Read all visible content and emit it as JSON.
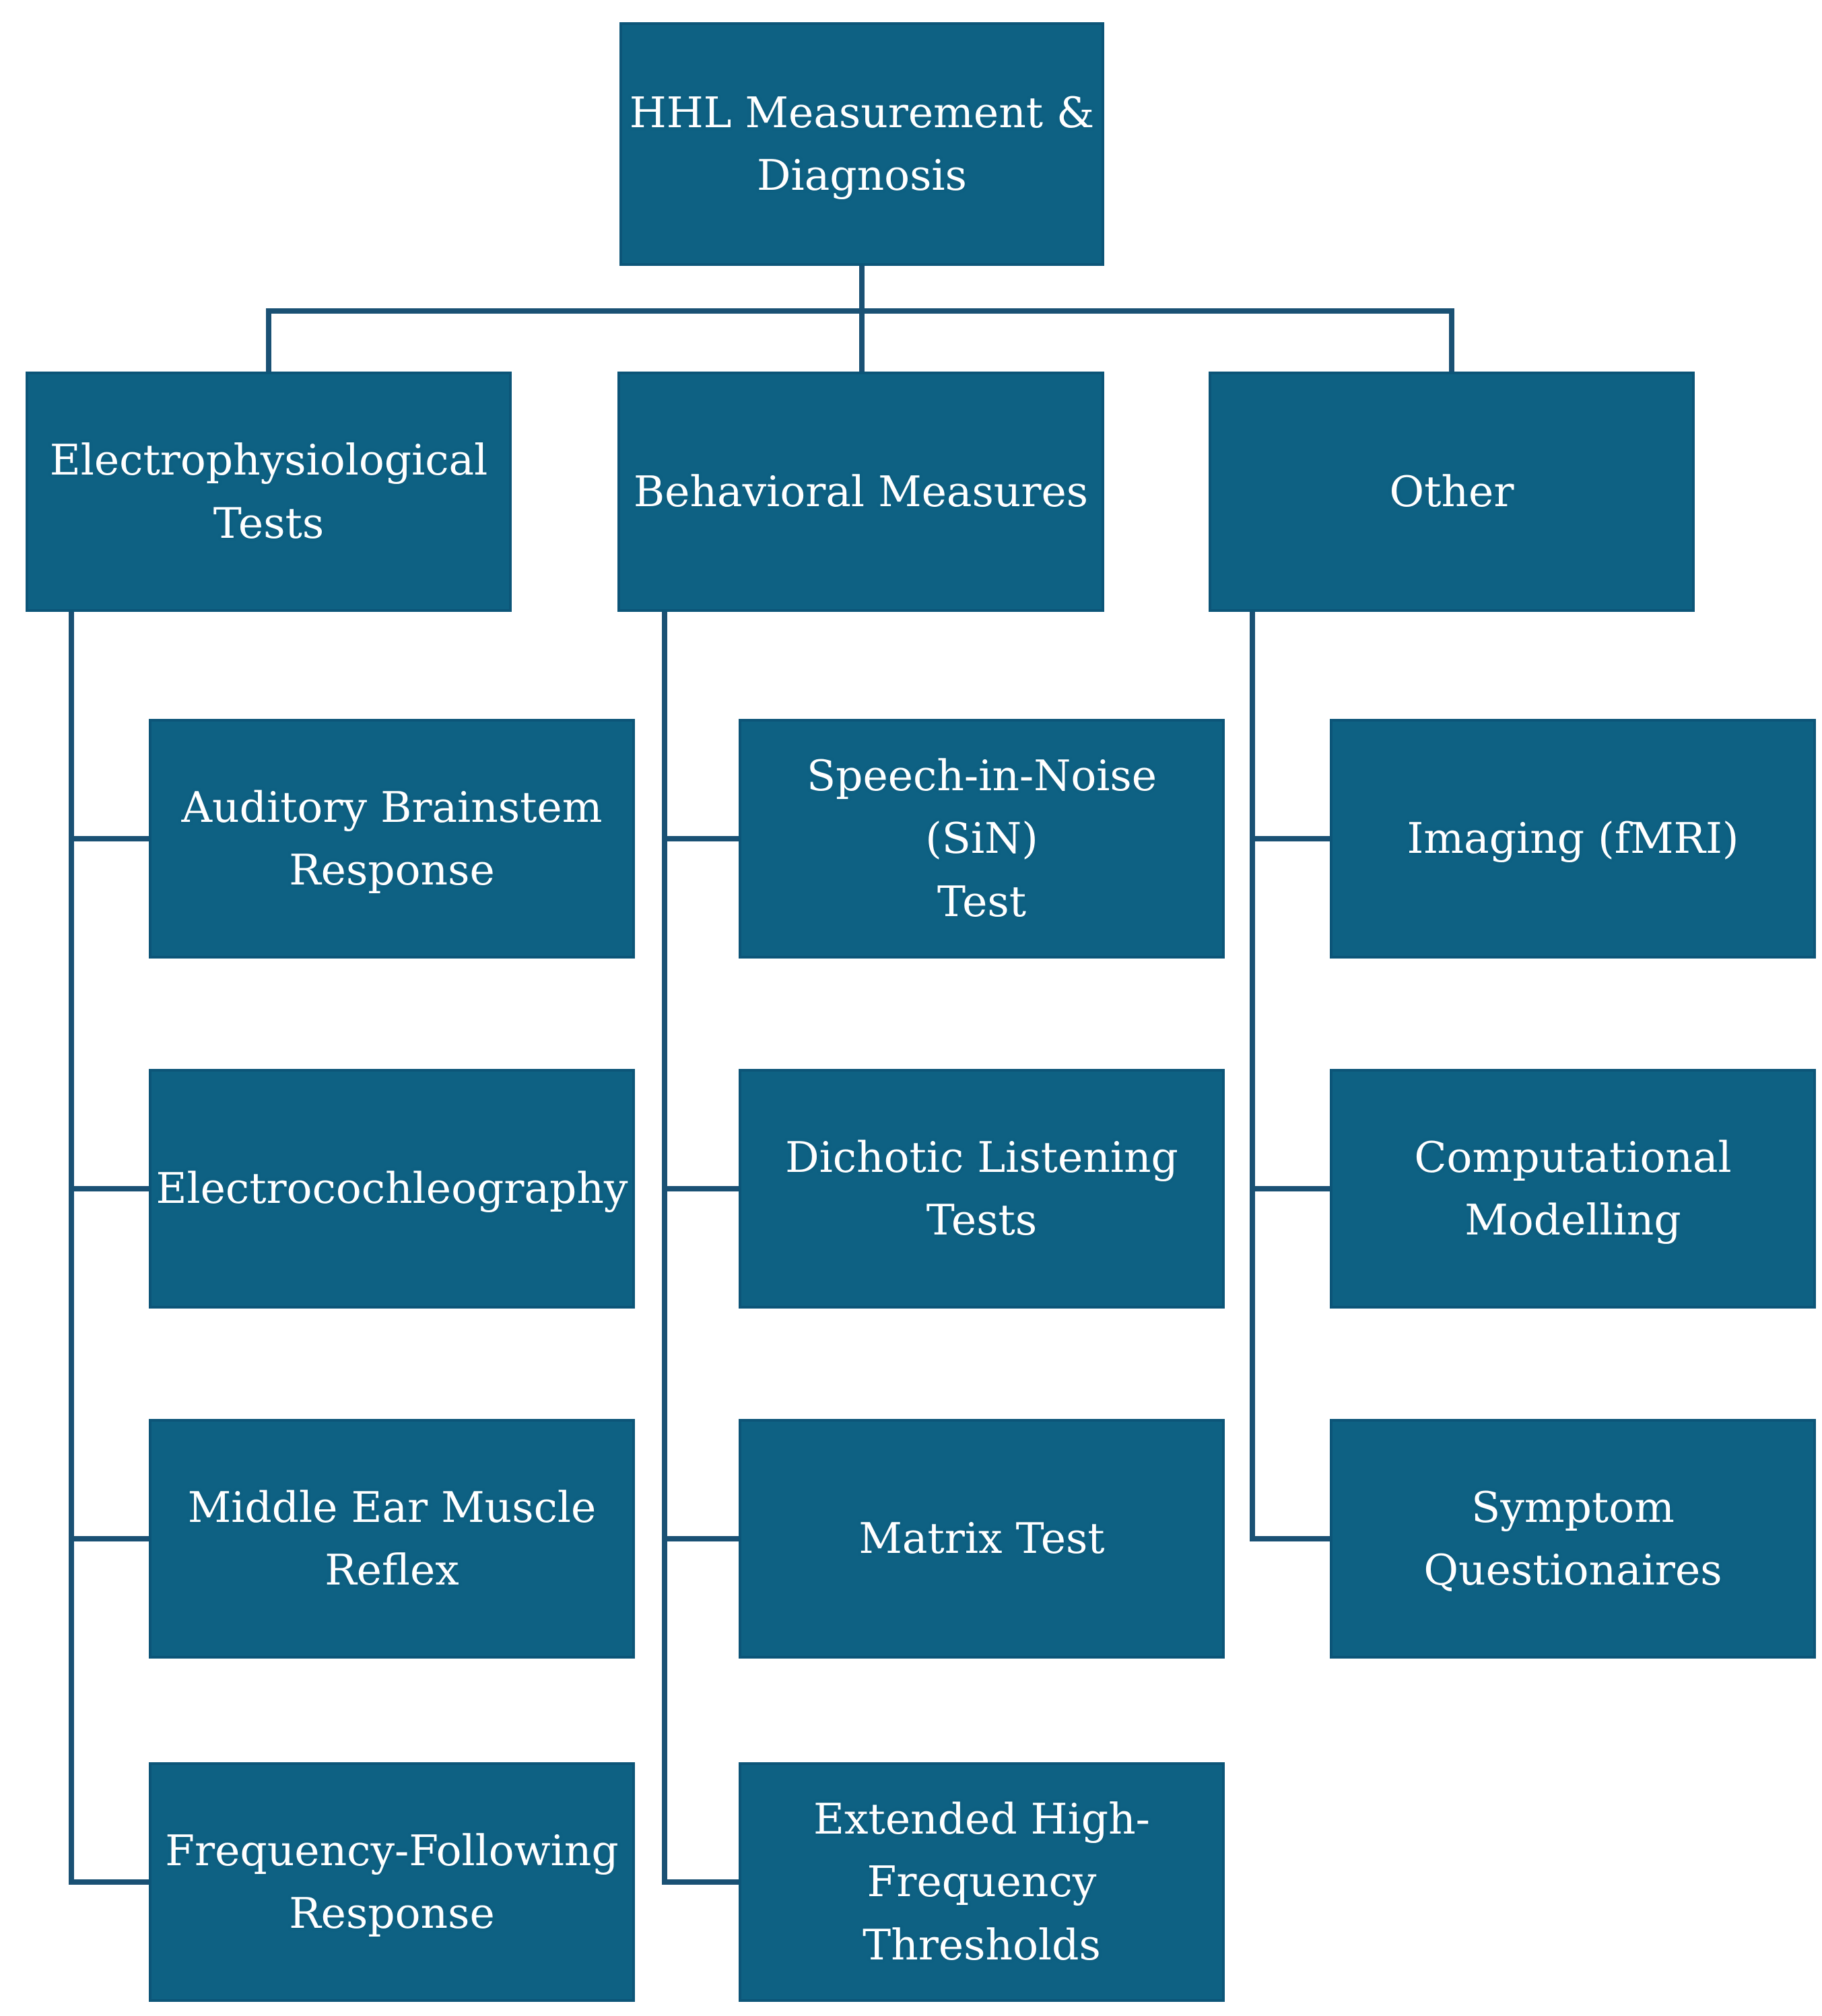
{
  "title": "HHL Measurement & Diagnosis flowchart",
  "colors": {
    "background": "#ffffff",
    "box_fill": "#0e6183",
    "box_border": "#0c5578",
    "connector": "#1a5174",
    "text": "#ffffff"
  },
  "root": {
    "label": "HHL Measurement &\nDiagnosis"
  },
  "columns": [
    {
      "category": {
        "label": "Electrophysiological\nTests"
      },
      "children": [
        {
          "label": "Auditory Brainstem\nResponse"
        },
        {
          "label": "Electrocochleography"
        },
        {
          "label": "Middle Ear Muscle\nReflex"
        },
        {
          "label": "Frequency-Following\nResponse"
        }
      ]
    },
    {
      "category": {
        "label": "Behavioral Measures"
      },
      "children": [
        {
          "label": "Speech-in-Noise (SiN)\nTest"
        },
        {
          "label": "Dichotic Listening\nTests"
        },
        {
          "label": "Matrix Test"
        },
        {
          "label": "Extended High-\nFrequency Thresholds"
        }
      ]
    },
    {
      "category": {
        "label": "Other"
      },
      "children": [
        {
          "label": "Imaging (fMRI)"
        },
        {
          "label": "Computational\nModelling"
        },
        {
          "label": "Symptom\nQuestionaires"
        }
      ]
    }
  ]
}
